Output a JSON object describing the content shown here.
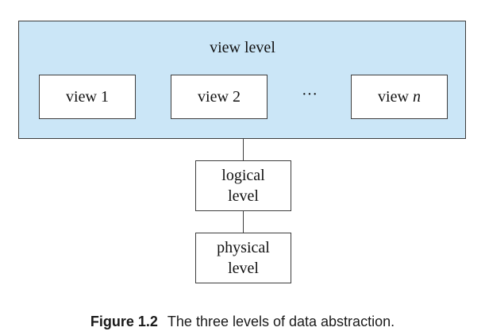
{
  "diagram": {
    "view_level": {
      "title": "view level",
      "views": [
        {
          "name": "view 1",
          "text": "view ",
          "suffix": "1",
          "suffix_italic": false
        },
        {
          "name": "view 2",
          "text": "view ",
          "suffix": "2",
          "suffix_italic": false
        },
        {
          "name": "view n",
          "text": "view ",
          "suffix": "n",
          "suffix_italic": true
        }
      ],
      "ellipsis": "···"
    },
    "logical_level": {
      "line1": "logical",
      "line2": "level"
    },
    "physical_level": {
      "line1": "physical",
      "line2": "level"
    },
    "colors": {
      "panel_fill": "#cbe6f7",
      "box_fill": "#ffffff",
      "stroke": "#3d3d3d"
    }
  },
  "caption": {
    "label": "Figure 1.2",
    "text": "The three levels of data abstraction."
  }
}
